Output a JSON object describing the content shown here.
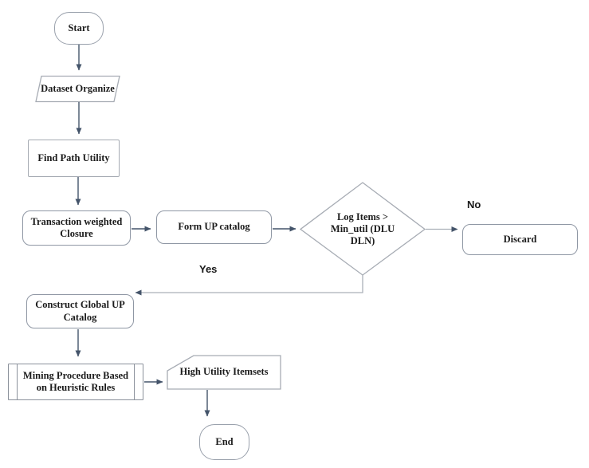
{
  "flowchart": {
    "nodes": {
      "start": {
        "label": "Start",
        "shape": "terminator"
      },
      "dataset_organize": {
        "label": "Dataset Organize",
        "shape": "parallelogram"
      },
      "find_path_utility": {
        "label": "Find Path Utility",
        "shape": "rectangle"
      },
      "transaction_weighted_closure": {
        "label": "Transaction weighted Closure",
        "shape": "rounded-rectangle"
      },
      "form_up_catalog": {
        "label": "Form UP catalog",
        "shape": "rounded-rectangle"
      },
      "decision": {
        "label": "Log Items > Min_util (DLU DLN)",
        "shape": "diamond"
      },
      "discard": {
        "label": "Discard",
        "shape": "rounded-rectangle"
      },
      "construct_global_up_catalog": {
        "label": "Construct Global UP Catalog",
        "shape": "rounded-rectangle"
      },
      "mining_procedure": {
        "label": "Mining Procedure Based on  Heuristic Rules",
        "shape": "predefined-process"
      },
      "high_utility_itemsets": {
        "label": "High Utility Itemsets",
        "shape": "card"
      },
      "end": {
        "label": "End",
        "shape": "terminator"
      }
    },
    "branch_labels": {
      "yes": "Yes",
      "no": "No"
    },
    "edges": [
      {
        "from": "start",
        "to": "dataset_organize"
      },
      {
        "from": "dataset_organize",
        "to": "find_path_utility"
      },
      {
        "from": "find_path_utility",
        "to": "transaction_weighted_closure"
      },
      {
        "from": "transaction_weighted_closure",
        "to": "form_up_catalog"
      },
      {
        "from": "form_up_catalog",
        "to": "decision"
      },
      {
        "from": "decision",
        "to": "discard",
        "label": "No"
      },
      {
        "from": "decision",
        "to": "construct_global_up_catalog",
        "label": "Yes"
      },
      {
        "from": "construct_global_up_catalog",
        "to": "mining_procedure"
      },
      {
        "from": "mining_procedure",
        "to": "high_utility_itemsets"
      },
      {
        "from": "high_utility_itemsets",
        "to": "end"
      }
    ],
    "colors": {
      "arrow_dark": "#44546A",
      "arrow_light": "#aab0b8",
      "shape_border": "#9aa1ac",
      "text": "#1b1b1b",
      "background": "#ffffff"
    }
  }
}
